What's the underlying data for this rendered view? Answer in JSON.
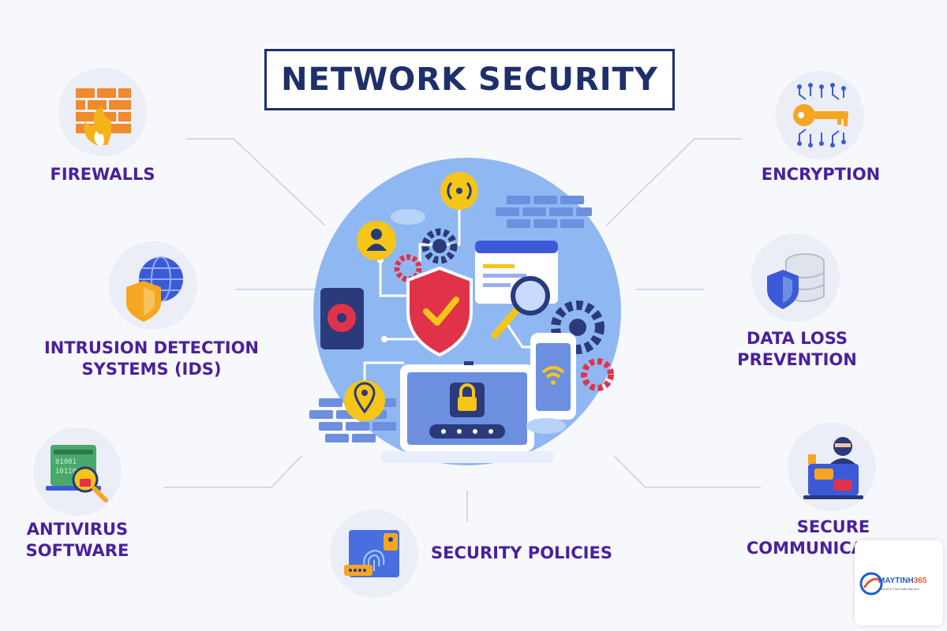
{
  "title": "NETWORK SECURITY",
  "items": {
    "firewalls": {
      "lines": [
        "FIREWALLS"
      ]
    },
    "ids": {
      "lines": [
        "INTRUSION DETECTION",
        "SYSTEMS (IDS)"
      ]
    },
    "antivirus": {
      "lines": [
        "ANTIVIRUS",
        "SOFTWARE"
      ]
    },
    "policies": {
      "lines": [
        "SECURITY POLICIES"
      ]
    },
    "encryption": {
      "lines": [
        "ENCRYPTION"
      ]
    },
    "dlp": {
      "lines": [
        "DATA LOSS",
        "PREVENTION"
      ]
    },
    "comms": {
      "lines": [
        "SECURE",
        "COMMUNICATIONS"
      ]
    }
  },
  "logo": {
    "name_part1": "MAYTINH",
    "name_part2": "365",
    "tagline": "Chia sẻ & Thủ thuật Máy tính"
  },
  "colors": {
    "title": "#1f2f6b",
    "label": "#4a1f9e",
    "circle": "#8fb8f2",
    "accent_red": "#e0334a",
    "accent_yellow": "#f5c518"
  }
}
